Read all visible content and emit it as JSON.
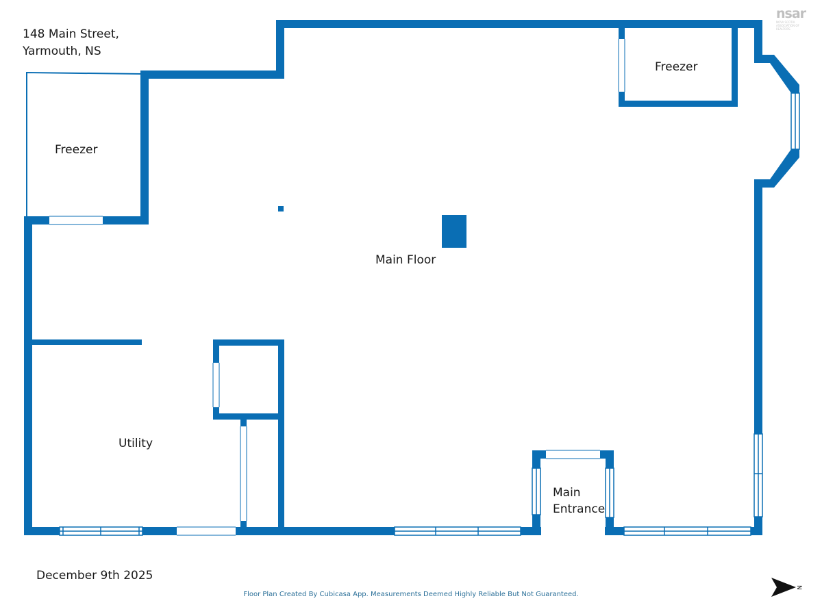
{
  "address": {
    "line1": "148 Main Street,",
    "line2": "Yarmouth, NS"
  },
  "date": "December 9th 2025",
  "footer": "Floor Plan Created By Cubicasa App. Measurements Deemed Highly Reliable But Not Guaranteed.",
  "logo": {
    "text": "nsar",
    "subtext": "NOVA SCOTIA ASSOCIATION OF REALTORS"
  },
  "rooms": {
    "freezer_left": "Freezer",
    "freezer_right": "Freezer",
    "main_floor": "Main Floor",
    "utility": "Utility",
    "main_entrance_line1": "Main",
    "main_entrance_line2": "Entrance"
  },
  "compass": {
    "label": "N"
  },
  "colors": {
    "wall": "#0a6eb4",
    "window": "#0a6eb4",
    "footer_text": "#2a6f98",
    "logo": "#bfbfbf"
  }
}
